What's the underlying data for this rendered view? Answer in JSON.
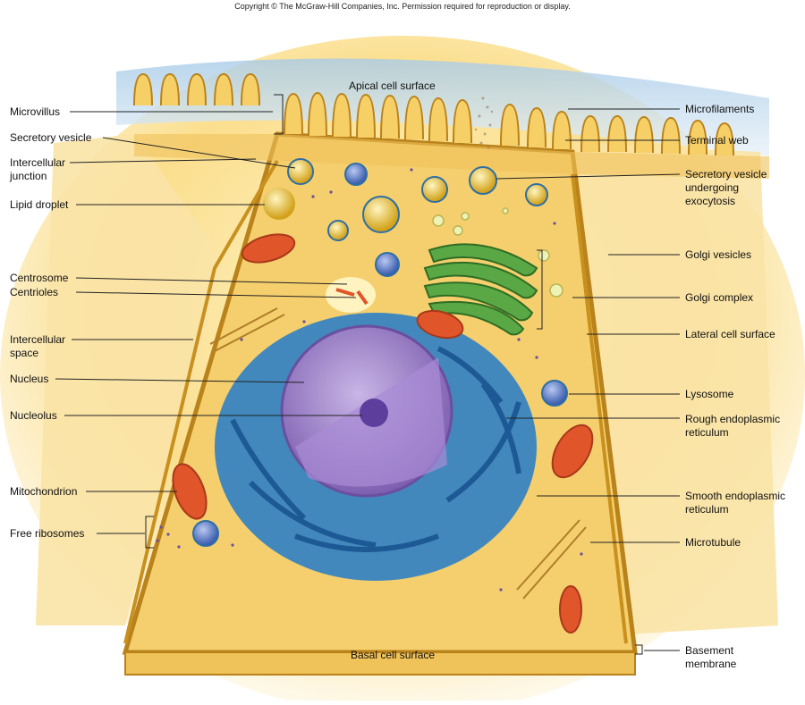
{
  "copyright": "Copyright © The McGraw-Hill Companies, Inc. Permission required for reproduction or display.",
  "surfaces": {
    "apical": "Apical cell surface",
    "basal": "Basal cell surface"
  },
  "labels_left": {
    "microvillus": "Microvillus",
    "secretory_vesicle": "Secretory vesicle",
    "intercellular_junction": "Intercellular\njunction",
    "lipid_droplet": "Lipid droplet",
    "centrosome": "Centrosome",
    "centrioles": "Centrioles",
    "intercellular_space": "Intercellular\nspace",
    "nucleus": "Nucleus",
    "nucleolus": "Nucleolus",
    "mitochondrion": "Mitochondrion",
    "free_ribosomes": "Free ribosomes"
  },
  "labels_right": {
    "microfilaments": "Microfilaments",
    "terminal_web": "Terminal web",
    "secretory_vesicle_exocytosis": "Secretory vesicle\nundergoing\nexocytosis",
    "golgi_vesicles": "Golgi vesicles",
    "golgi_complex": "Golgi complex",
    "lateral_cell_surface": "Lateral cell surface",
    "lysosome": "Lysosome",
    "rough_er": "Rough endoplasmic\nreticulum",
    "smooth_er": "Smooth endoplasmic\nreticulum",
    "microtubule": "Microtubule",
    "basement_membrane": "Basement\nmembrane"
  },
  "colors": {
    "cytoplasm": "#f5d27a",
    "membrane": "#c8901e",
    "nucleus": "#9b7fc8",
    "rough_er": "#2f7fc4",
    "golgi": "#4f9a3c",
    "mitochondrion": "#e0552a",
    "lysosome": "#3d5fb0",
    "vesicle": "#e9c23a"
  }
}
